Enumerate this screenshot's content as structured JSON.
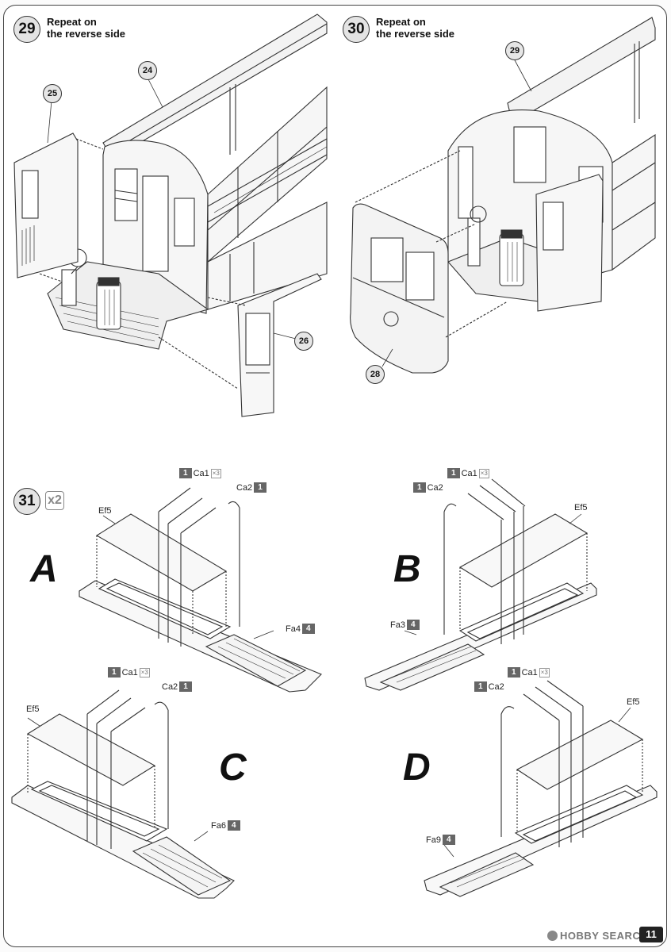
{
  "steps": {
    "s29": {
      "number": "29",
      "line1": "Repeat on",
      "line2": "the reverse side"
    },
    "s30": {
      "number": "30",
      "line1": "Repeat on",
      "line2": "the reverse side"
    },
    "s31": {
      "number": "31",
      "multiplier": "x2"
    }
  },
  "parts": {
    "p24": "24",
    "p25": "25",
    "p26": "26",
    "p29": "29",
    "p28": "28"
  },
  "variants": {
    "A": {
      "letter": "A",
      "ef": "Ef5",
      "frame": "Fa4",
      "frame_sprue": "4",
      "ca1": "Ca1",
      "ca1_qty": "×3",
      "ca1_sprue": "1",
      "ca2": "Ca2",
      "ca2_sprue": "1"
    },
    "B": {
      "letter": "B",
      "ef": "Ef5",
      "frame": "Fa3",
      "frame_sprue": "4",
      "ca1": "Ca1",
      "ca1_qty": "×3",
      "ca1_sprue": "1",
      "ca2": "Ca2",
      "ca2_sprue": "1"
    },
    "C": {
      "letter": "C",
      "ef": "Ef5",
      "frame": "Fa6",
      "frame_sprue": "4",
      "ca1": "Ca1",
      "ca1_qty": "×3",
      "ca1_sprue": "1",
      "ca2": "Ca2",
      "ca2_sprue": "1"
    },
    "D": {
      "letter": "D",
      "ef": "Ef5",
      "frame": "Fa9",
      "frame_sprue": "4",
      "ca1": "Ca1",
      "ca1_qty": "×3",
      "ca1_sprue": "1",
      "ca2": "Ca2",
      "ca2_sprue": "1"
    }
  },
  "watermark": "HOBBY SEARCH",
  "page_number": "11"
}
